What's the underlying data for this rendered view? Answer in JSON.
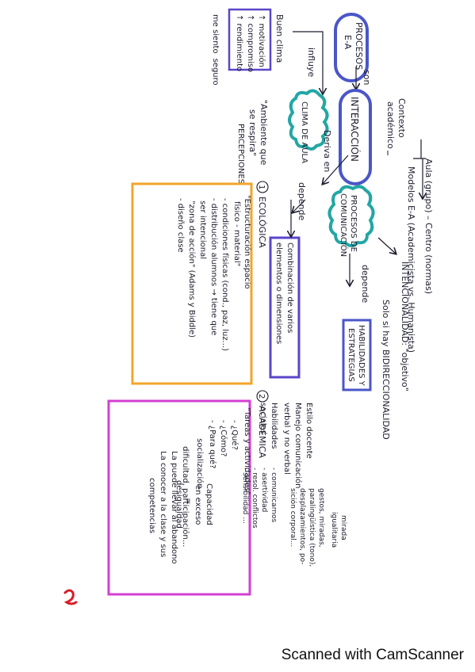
{
  "colors": {
    "ink": "#1c1c2e",
    "highlight_blue": "#4a56c8",
    "highlight_teal": "#22a7a4",
    "box_purple": "#5a46c8",
    "box_orange": "#f2a52a",
    "box_magenta": "#d43fd2",
    "mark_red": "#d81f26"
  },
  "nodes": {
    "procesos_ea": [
      "PROCESOS",
      "E-A"
    ],
    "son": "son",
    "interaccion": "INTERACCIÓN",
    "contexto": [
      "Contexto",
      "académico"
    ],
    "aula": "Aula (grupo) – Centro (normas)",
    "modelos": "Modelos E-A (Academicista vs. Humanista)",
    "influye": "influye",
    "clima": "CLIMA DE AULA",
    "ambiente": [
      "\"Ambiente que",
      "se respira\""
    ],
    "percepciones": "PERCEPCIONES",
    "deriva_en": "Deriva en",
    "depende_1": "depende",
    "procesos_com": [
      "PROCESOS DE",
      "COMUNICACIÓN"
    ],
    "depende_2": "depende",
    "intencionalidad": "INTENCIONALIDAD: \"objetivo\"",
    "bidireccionalidad": "Solo si hay BIDIRECCIONALIDAD",
    "habilidades": [
      "HABILIDADES Y",
      "ESTRATEGIAS"
    ],
    "buen_clima": "Buen clima",
    "buen_clima_items": [
      "↑ motivación",
      "↑ compromiso",
      "↑ rendimiento"
    ],
    "me_siento": [
      "me siento",
      "seguro"
    ],
    "combinacion": [
      "Combinación de varios",
      "elementos o dimensiones"
    ]
  },
  "ecologica": {
    "number": "1",
    "title": "ECOLÓGICA",
    "lines": [
      "\"Estructuración espacio",
      "físico - material\"",
      "- condiciones físicas (cond., paz, luz...)",
      "- distribución alumnos → tiene que",
      "  ser intencional",
      "  \"zona de acción\" (Adams y Biddle)",
      "- diseño clase"
    ]
  },
  "academica": {
    "number": "2",
    "title": "ACADÉMICA",
    "lines": [
      "\"Tareas y actividades\"",
      "- ¿Qué?",
      "- ¿Cómo?",
      "- ¿Para qué?",
      "  socialización",
      "  dificultad, participación...",
      "  La puede llevar al abandono",
      "  La conocer a la clase y sus",
      "  competencias"
    ],
    "side": [
      "Capacidad",
      "en exceso",
      "=",
      "desigualdad"
    ]
  },
  "estilo": {
    "lines": [
      "Estilo docente",
      "Manejo comunicación",
      "verbal y no verbal",
      "Habilidades",
      "sociales"
    ],
    "paraverbal": [
      "gestos, miradas,",
      "paralingüística (tono),",
      "desplazamientos, po-",
      "sición corporal..."
    ],
    "mirada": [
      "mirada",
      "igualitaria"
    ],
    "sociales": [
      "- comunicarnos",
      "- asertividad",
      "- resol. conflictos",
      "- sensibilidad ..."
    ]
  },
  "footer": "Scanned with CamScanner"
}
